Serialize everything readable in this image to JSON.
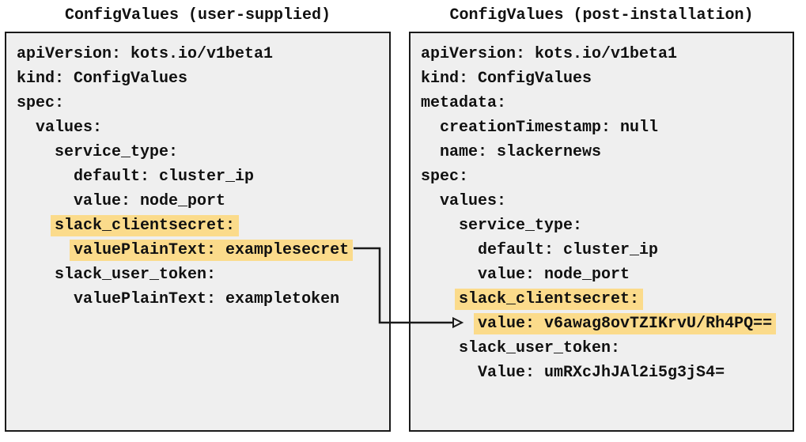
{
  "colors": {
    "panel_background": "#efefef",
    "panel_border": "#1a1a1a",
    "highlight": "#fbdb8b",
    "text": "#111111",
    "arrow": "#1a1a1a"
  },
  "left_panel": {
    "title": "ConfigValues (user-supplied)",
    "lines": [
      {
        "indent": "",
        "text": "apiVersion: kots.io/v1beta1",
        "highlight": false
      },
      {
        "indent": "",
        "text": "kind: ConfigValues",
        "highlight": false
      },
      {
        "indent": "",
        "text": "spec:",
        "highlight": false
      },
      {
        "indent": "  ",
        "text": "values:",
        "highlight": false
      },
      {
        "indent": "    ",
        "text": "service_type:",
        "highlight": false
      },
      {
        "indent": "      ",
        "text": "default: cluster_ip",
        "highlight": false
      },
      {
        "indent": "      ",
        "text": "value: node_port",
        "highlight": false
      },
      {
        "indent": "    ",
        "text": "slack_clientsecret:",
        "highlight": true
      },
      {
        "indent": "      ",
        "text": "valuePlainText: examplesecret",
        "highlight": true
      },
      {
        "indent": "    ",
        "text": "slack_user_token:",
        "highlight": false
      },
      {
        "indent": "      ",
        "text": "valuePlainText: exampletoken",
        "highlight": false
      }
    ]
  },
  "right_panel": {
    "title": "ConfigValues (post-installation)",
    "lines": [
      {
        "indent": "",
        "text": "apiVersion: kots.io/v1beta1",
        "highlight": false
      },
      {
        "indent": "",
        "text": "kind: ConfigValues",
        "highlight": false
      },
      {
        "indent": "",
        "text": "metadata:",
        "highlight": false
      },
      {
        "indent": "  ",
        "text": "creationTimestamp: null",
        "highlight": false
      },
      {
        "indent": "  ",
        "text": "name: slackernews",
        "highlight": false
      },
      {
        "indent": "",
        "text": "spec:",
        "highlight": false
      },
      {
        "indent": "  ",
        "text": "values:",
        "highlight": false
      },
      {
        "indent": "    ",
        "text": "service_type:",
        "highlight": false
      },
      {
        "indent": "      ",
        "text": "default: cluster_ip",
        "highlight": false
      },
      {
        "indent": "      ",
        "text": "value: node_port",
        "highlight": false
      },
      {
        "indent": "    ",
        "text": "slack_clientsecret:",
        "highlight": true
      },
      {
        "indent": "      ",
        "text": "value: v6awag8ovTZIKrvU/Rh4PQ==",
        "highlight": true
      },
      {
        "indent": "    ",
        "text": "slack_user_token:",
        "highlight": false
      },
      {
        "indent": "      ",
        "text": "Value: umRXcJhJAl2i5g3jS4=",
        "highlight": false
      }
    ]
  },
  "arrow": {
    "from_text": "valuePlainText: examplesecret",
    "to_text": "value: v6awag8ovTZIKrvU/Rh4PQ=="
  }
}
